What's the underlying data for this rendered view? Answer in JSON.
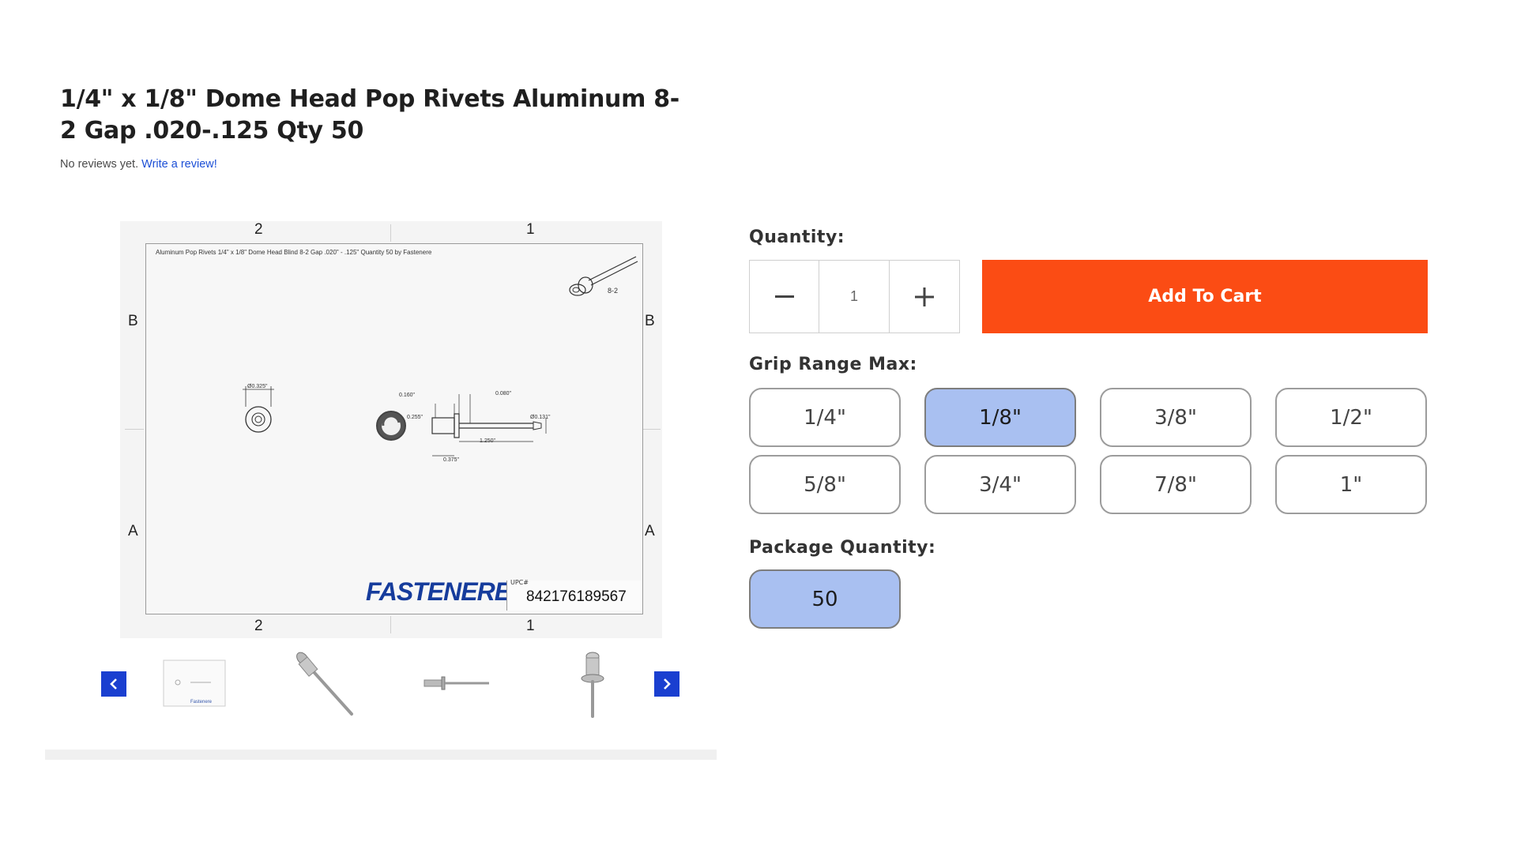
{
  "product": {
    "title": "1/4\" x 1/8\" Dome Head Pop Rivets Aluminum 8-2 Gap .020-.125 Qty 50",
    "reviews_text": "No reviews yet.",
    "review_link": "Write a review!"
  },
  "drawing": {
    "zone_top_left": "2",
    "zone_top_right": "1",
    "zone_left_upper": "B",
    "zone_left_lower": "A",
    "zone_right_upper": "B",
    "zone_right_lower": "A",
    "zone_bottom_left": "2",
    "zone_bottom_right": "1",
    "caption": "Aluminum Pop Rivets 1/4\" x 1/8\" Dome Head Blind 8-2 Gap .020\" - .125\" Quantity 50 by Fastenere",
    "part_label": "8-2",
    "dim_head_dia": "Ø0.325\"",
    "dim_head_height": "0.160\"",
    "dim_body_dia": "0.255\"",
    "dim_mandrel_dia": "0.080\"",
    "dim_length": "1.250\"",
    "dim_mandrel_head": "Ø0.131\"",
    "dim_grip": "0.375\"",
    "logo": "FASTENERE",
    "upc_label": "UPC#",
    "upc_value": "842176189567"
  },
  "gallery": {
    "prev_icon": "chevron-left-icon",
    "next_icon": "chevron-right-icon",
    "thumbnails": [
      "drawing",
      "rivet-angled",
      "rivet-side",
      "rivet-vertical"
    ]
  },
  "quantity": {
    "label": "Quantity:",
    "value": "1",
    "minus": "−",
    "plus": "+"
  },
  "cart": {
    "add_label": "Add To Cart",
    "color": "#fb4c14"
  },
  "grip_range": {
    "label": "Grip Range Max:",
    "options": [
      "1/4\"",
      "1/8\"",
      "3/8\"",
      "1/2\"",
      "5/8\"",
      "3/4\"",
      "7/8\"",
      "1\""
    ],
    "selected": "1/8\""
  },
  "package_quantity": {
    "label": "Package Quantity:",
    "options": [
      "50"
    ],
    "selected": "50"
  },
  "colors": {
    "selected_option": "#a9c0f1",
    "link": "#1c4fd6",
    "carousel_button": "#1a3fd0"
  }
}
